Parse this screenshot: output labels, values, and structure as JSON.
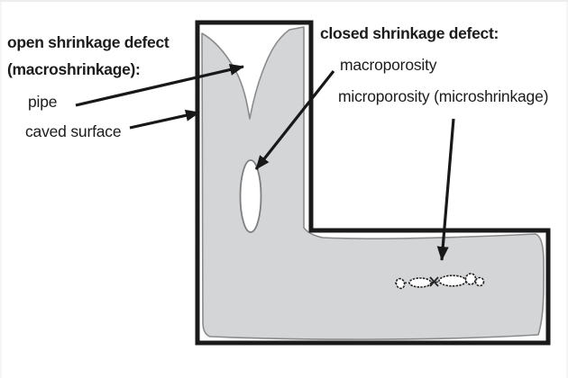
{
  "diagram": {
    "type": "casting-shrinkage-defects-illustration",
    "background_color": "#ffffff",
    "casting": {
      "shape": "L-shaped cross-section",
      "fill_color": "#d4d5d7",
      "outline_color": "#1a1a1a",
      "inner_line_color": "#8a8b8d"
    },
    "labels": {
      "open_title_line1": "open shrinkage defect",
      "open_title_line2": "(macroshrinkage):",
      "pipe": "pipe",
      "caved_surface": "caved surface",
      "closed_title": "closed shrinkage defect:",
      "macroporosity": "macroporosity",
      "microporosity": "microporosity (microshrinkage)"
    },
    "defects_shown": [
      {
        "name": "pipe",
        "appearance": "V-shaped funnel cavity at top of vertical arm"
      },
      {
        "name": "caved surface",
        "appearance": "sunken outer wall of vertical arm"
      },
      {
        "name": "macroporosity",
        "appearance": "elongated white void inside vertical arm"
      },
      {
        "name": "microporosity",
        "appearance": "chain of small scribbled pores in horizontal arm"
      }
    ],
    "arrow_color": "#181818"
  }
}
